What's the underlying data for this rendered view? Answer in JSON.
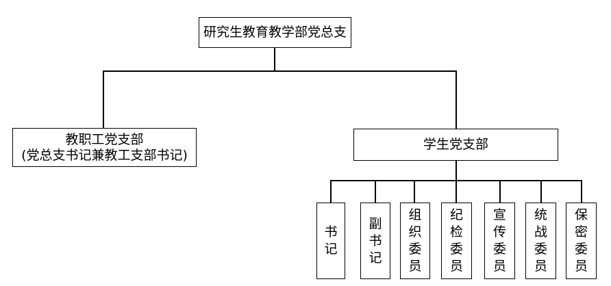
{
  "top_node": "研究生教育教学部党总支",
  "left_node": {
    "line1": "教职工党支部",
    "line2": "(党总支书记兼教工支部书记)"
  },
  "right_node": "学生党支部",
  "leaves": [
    "书记",
    "副书记",
    "组织委员",
    "纪检委员",
    "宣传委员",
    "统战委员",
    "保密委员"
  ]
}
